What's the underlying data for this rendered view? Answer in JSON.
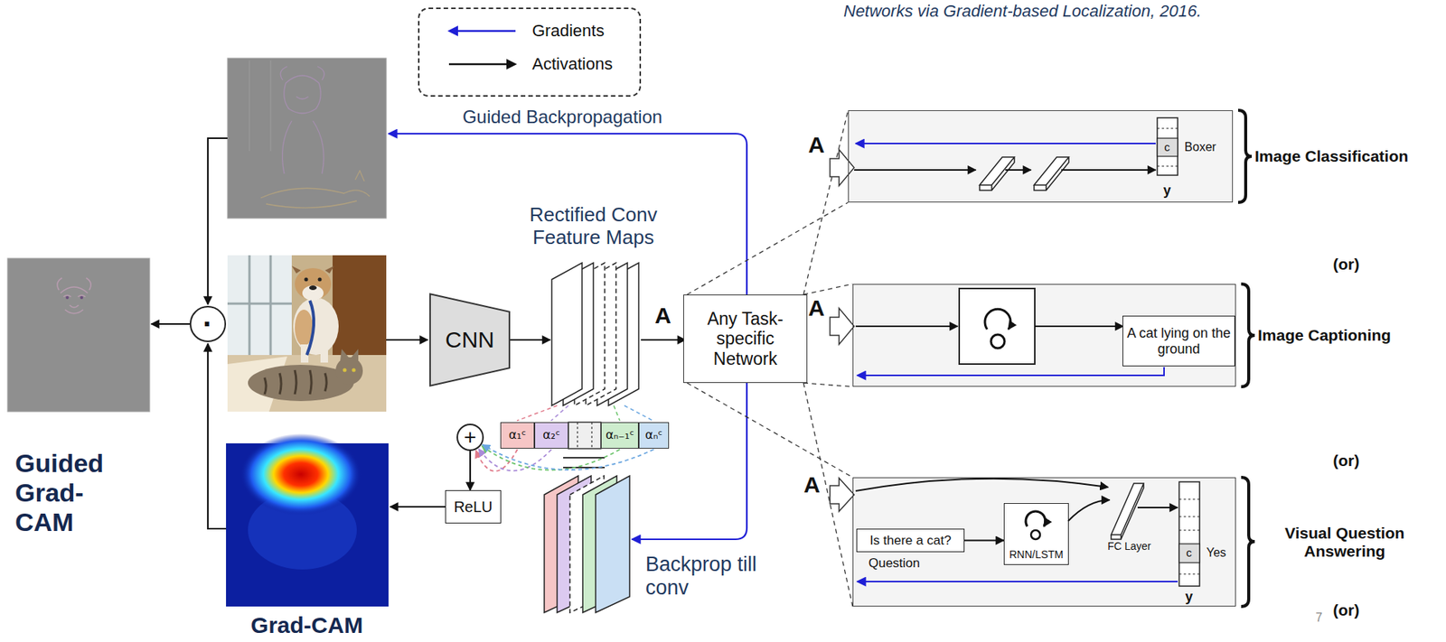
{
  "diagram": {
    "nodes": [
      {
        "text": [
          "CNN"
        ]
      },
      {
        "text": [
          "Any Task-specific Network"
        ]
      },
      {
        "text": [
          "α₁ᶜ"
        ]
      },
      {
        "text": [
          "α₂ᶜ"
        ]
      },
      {
        "text": [
          "αₙ₋₁ᶜ"
        ]
      },
      {
        "text": [
          "αₙᶜ"
        ]
      },
      {
        "text": [
          "+"
        ]
      },
      {
        "text": [
          "ReLU"
        ]
      },
      {
        "text": [
          "·"
        ]
      },
      {
        "text": [
          "Image Classification"
        ]
      },
      {
        "text": [
          "Image Captioning"
        ]
      },
      {
        "text": [
          "A cat lying on the ground"
        ],
        "in": 10
      },
      {
        "text": [
          "Visual Question Answering"
        ]
      },
      {
        "text": [
          "Is there a cat?"
        ],
        "in": 12
      },
      {
        "text": [
          "RNN/LSTM"
        ],
        "in": 12
      }
    ],
    "edges": [
      {
        "from": 2,
        "to": 6,
        "arrow": "to"
      },
      {
        "from": 3,
        "to": 6,
        "arrow": "to"
      },
      {
        "from": 4,
        "to": 6,
        "arrow": "to"
      },
      {
        "from": 5,
        "to": 6,
        "arrow": "to"
      },
      {
        "from": 6,
        "to": 7,
        "arrow": "to"
      },
      {
        "from": 13,
        "to": 14,
        "arrow": "to"
      }
    ],
    "labels": [
      "Networks via Gradient-based Localization, 2016.",
      "Guided Backpropagation",
      "Rectified Conv Feature Maps",
      "A",
      "Backprop till conv",
      "Guided Grad-CAM",
      "Grad-CAM",
      "A",
      "c",
      "Boxer",
      "y",
      "(or)",
      "A",
      "(or)",
      "A",
      "Question",
      "FC Layer",
      "c",
      "Yes",
      "y",
      "(or)",
      "7"
    ],
    "legend": [
      {
        "text": "Gradients"
      },
      {
        "text": "Activations"
      }
    ]
  }
}
